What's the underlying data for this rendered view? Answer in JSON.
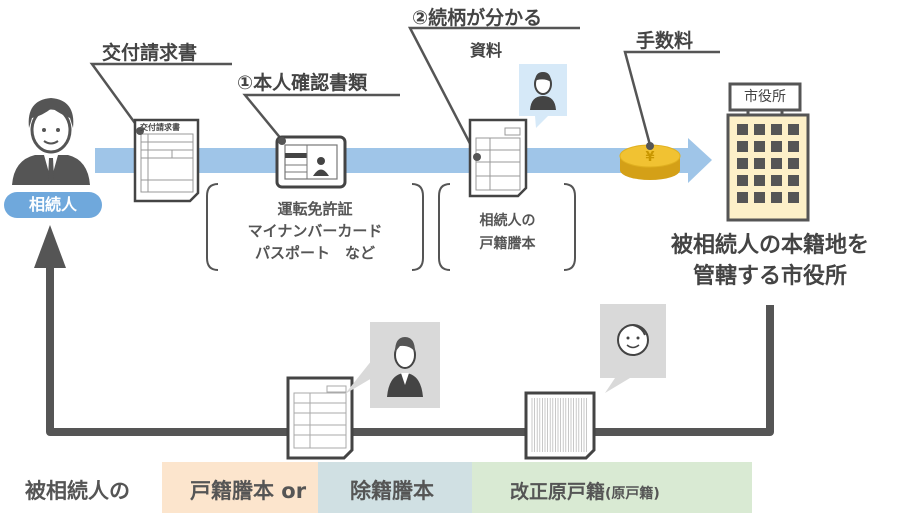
{
  "heir": {
    "label": "相続人"
  },
  "labels": {
    "request_form": "交付請求書",
    "request_form_doc_title": "交付請求書",
    "id_docs": "①本人確認書類",
    "relation_docs_line1": "②続柄が分かる",
    "relation_docs_line2": "資料",
    "fee": "手数料"
  },
  "id_examples": [
    "運転免許証",
    "マイナンバーカード",
    "パスポート　など"
  ],
  "relation_examples": [
    "相続人の",
    "戸籍謄本"
  ],
  "city_hall": {
    "sign": "市役所",
    "caption_line1": "被相続人の本籍地を",
    "caption_line2": "管轄する市役所"
  },
  "bottom": {
    "prefix": "被相続人の",
    "item1": "戸籍謄本 or",
    "item2": "除籍謄本",
    "item3": "改正原戸籍",
    "item3_note": "(原戸籍)"
  },
  "colors": {
    "flow_band": "#9fc5e8",
    "heir_pill": "#6fa8dc",
    "return_line": "#555555",
    "coin": "#f1c232",
    "building": "#fdf0c8",
    "bg_item1": "#fce5cd",
    "bg_item2": "#d0e0e3",
    "bg_item3": "#d9ead3"
  }
}
